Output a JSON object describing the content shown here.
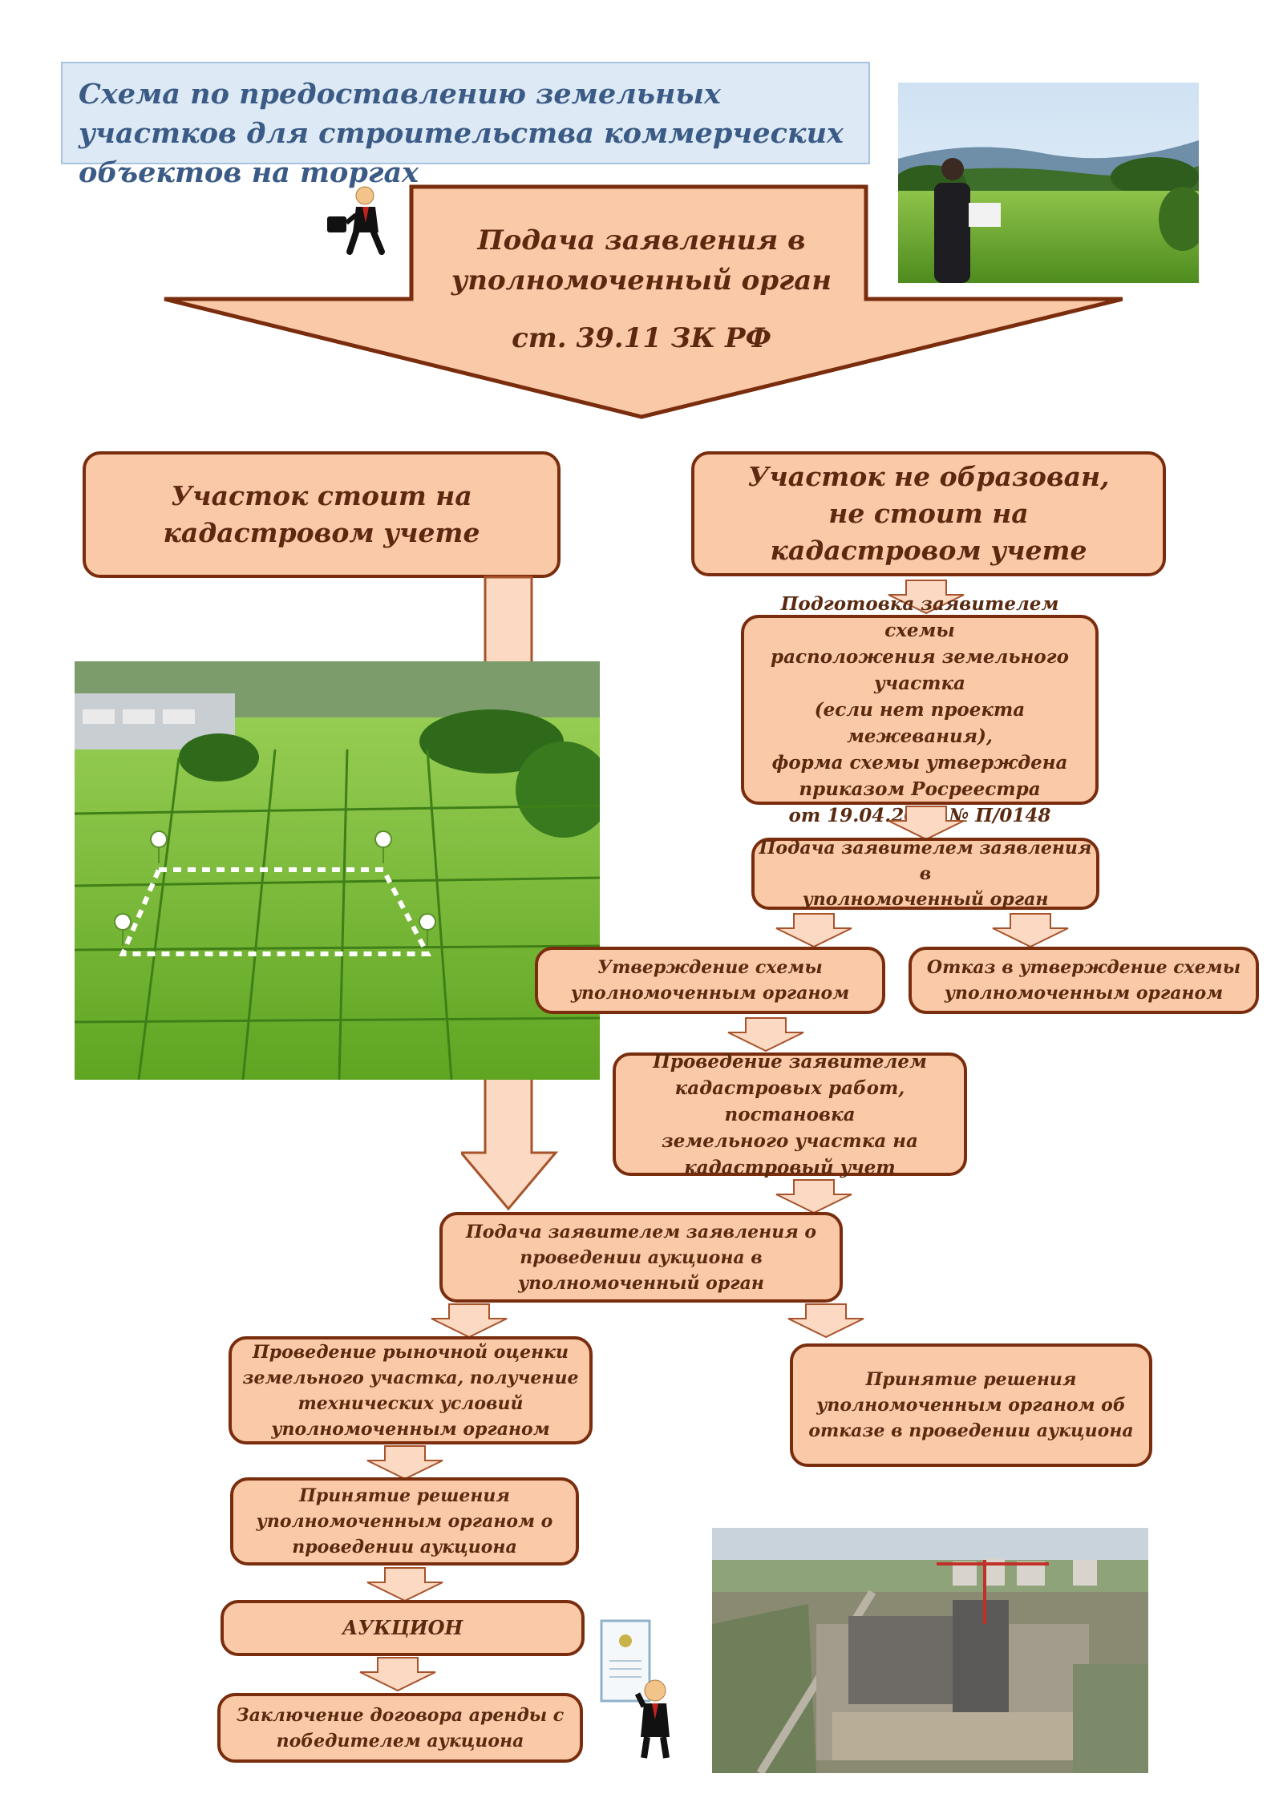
{
  "title": "Схема по предоставлению земельных участков для строительства коммерческих объектов на торгах",
  "top_arrow": {
    "line1": "Подача заявления в",
    "line2": "уполномоченный орган",
    "line3": "ст. 39.11 ЗК РФ"
  },
  "left_branch": {
    "label": "Участок стоит на\nкадастровом учете"
  },
  "right_branch": {
    "label": "Участок не образован,\nне стоит на\nкадастровом учете",
    "step1": "Подготовка заявителем схемы\nрасположения земельного участка\n(если нет проекта межевания),\nформа схемы утверждена\nприказом Росреестра\nот 19.04.2022  № П/0148",
    "step2": "Подача заявителем заявления в\nуполномоченный орган",
    "approve": "Утверждение схемы\nуполномоченным органом",
    "refuse": "Отказ в утверждение схемы\nуполномоченным органом",
    "cadastral": "Проведение заявителем\nкадастровых работ, постановка\nземельного участка на\nкадастровый учет"
  },
  "merge_step": "Подача заявителем заявления о\nпроведении аукциона в\nуполномоченный орган",
  "valuation": "Проведение рыночной оценки\nземельного участка, получение\nтехнических условий\nуполномоченным органом",
  "refuse_auction": "Принятие решения\nуполномоченным органом об\nотказе в проведении аукциона",
  "decision": "Принятие решения\nуполномоченным органом о\nпроведении аукциона",
  "auction": "АУКЦИОН",
  "contract": "Заключение договора аренды с\nпобедителем аукциона",
  "colors": {
    "box_fill": "#f9c9a8",
    "box_border": "#7a2d0d",
    "arrow_fill": "#fbd9c3",
    "title_bg": "#dde9f4",
    "title_text": "#3a5b86"
  }
}
